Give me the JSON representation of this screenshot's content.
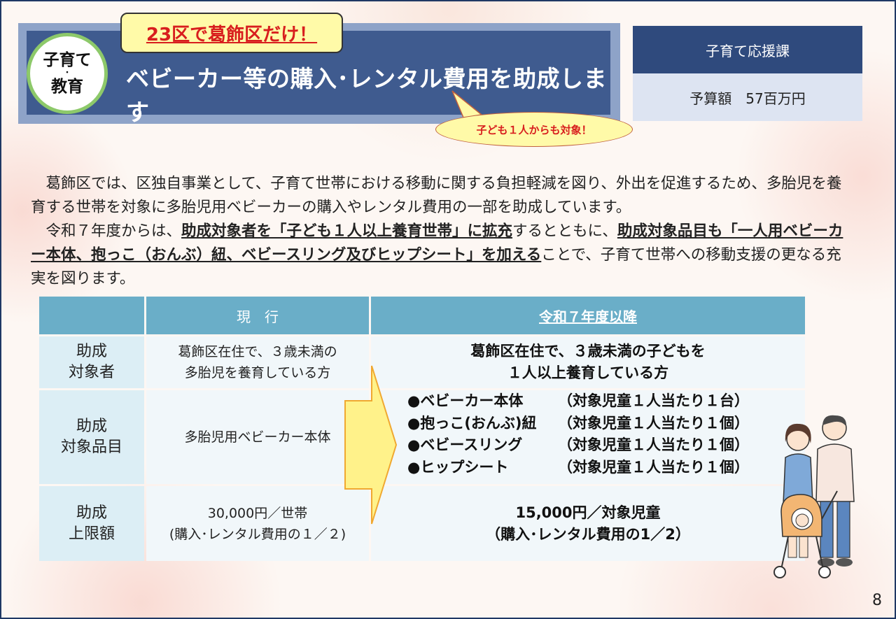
{
  "header": {
    "badge_line1": "子育て",
    "badge_dot": "・",
    "badge_line2": "教育",
    "tag": "23区で葛飾区だけ！",
    "title": "ベビーカー等の購入･レンタル費用を助成します",
    "bubble": "子ども１人からも対象！",
    "department": "子育て応援課",
    "budget": "予算額　57百万円"
  },
  "intro": {
    "p1": "　葛飾区では、区独自事業として、子育て世帯における移動に関する負担軽減を図り、外出を促進するため、多胎児を養育する世帯を対象に多胎児用ベビーカーの購入やレンタル費用の一部を助成しています。",
    "p2_a": "　令和７年度からは、",
    "p2_b": "助成対象者を「子ども１人以上養育世帯」に拡充",
    "p2_c": "するとともに、",
    "p2_d": "助成対象品目も「一人用ベビーカー本体、抱っこ（おんぶ）紐、ベビースリング及びヒップシート」を加える",
    "p2_e": "ことで、子育て世帯への移動支援の更なる充実を図ります。"
  },
  "table": {
    "col_current": "現　行",
    "col_new": "令和７年度以降",
    "rows": {
      "recipient": {
        "label1": "助成",
        "label2": "対象者",
        "current1": "葛飾区在住で、３歳未満の",
        "current2": "多胎児を養育している方",
        "new1": "葛飾区在住で、３歳未満の子どもを",
        "new2": "１人以上養育している方"
      },
      "items": {
        "label1": "助成",
        "label2": "対象品目",
        "current": "多胎児用ベビーカー本体",
        "new": [
          {
            "name": "●ベビーカー本体",
            "note": "（対象児童１人当たり１台）"
          },
          {
            "name": "●抱っこ(おんぶ)紐",
            "note": "（対象児童１人当たり１個）"
          },
          {
            "name": "●ベビースリング",
            "note": "（対象児童１人当たり１個）"
          },
          {
            "name": "●ヒップシート",
            "note": "（対象児童１人当たり１個）"
          }
        ]
      },
      "limit": {
        "label1": "助成",
        "label2": "上限額",
        "current1": "30,000円／世帯",
        "current2": "(購入･レンタル費用の１／２)",
        "new1": "15,000円／対象児童",
        "new2": "（購入･レンタル費用の1／2）"
      }
    }
  },
  "page_number": "8",
  "colors": {
    "banner": "#3f5b8f",
    "banner_border": "#8ea3c8",
    "dept": "#2f4a7d",
    "budget_bg": "#dde4f2",
    "tag_bg": "#fffaa8",
    "accent_red": "#d81e1e",
    "table_header": "#6aaec8",
    "table_label": "#dceef5",
    "arrow": "#fff28a"
  }
}
